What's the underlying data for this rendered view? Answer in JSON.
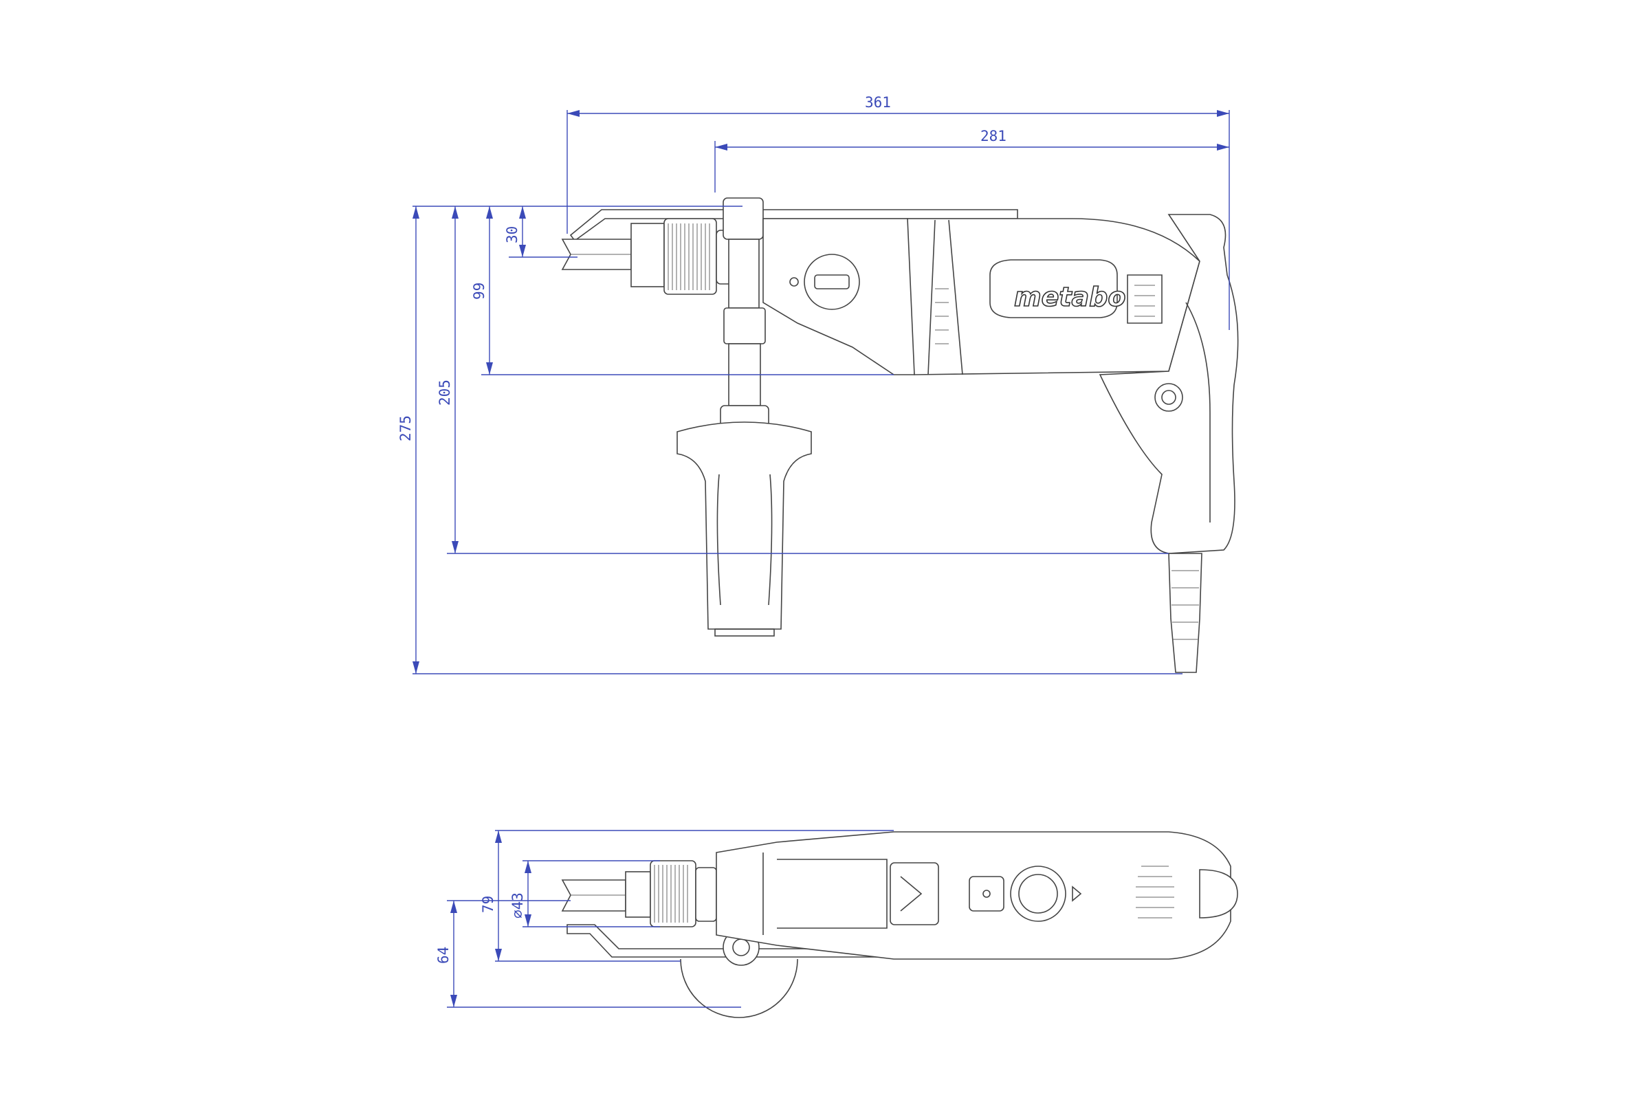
{
  "brand": {
    "logo_text": "metabo"
  },
  "colors": {
    "dimension": "#3b4ab8",
    "outline": "#444444",
    "background": "#ffffff"
  },
  "side_view": {
    "dimensions": {
      "overall_length": "361",
      "body_length": "281",
      "chuck_height": "30",
      "spindle_to_grip_top": "99",
      "spindle_to_handle_bottom": "205",
      "overall_height": "275"
    }
  },
  "top_view": {
    "dimensions": {
      "width": "79",
      "chuck_diameter": "⌀43",
      "handle_offset": "64"
    }
  }
}
